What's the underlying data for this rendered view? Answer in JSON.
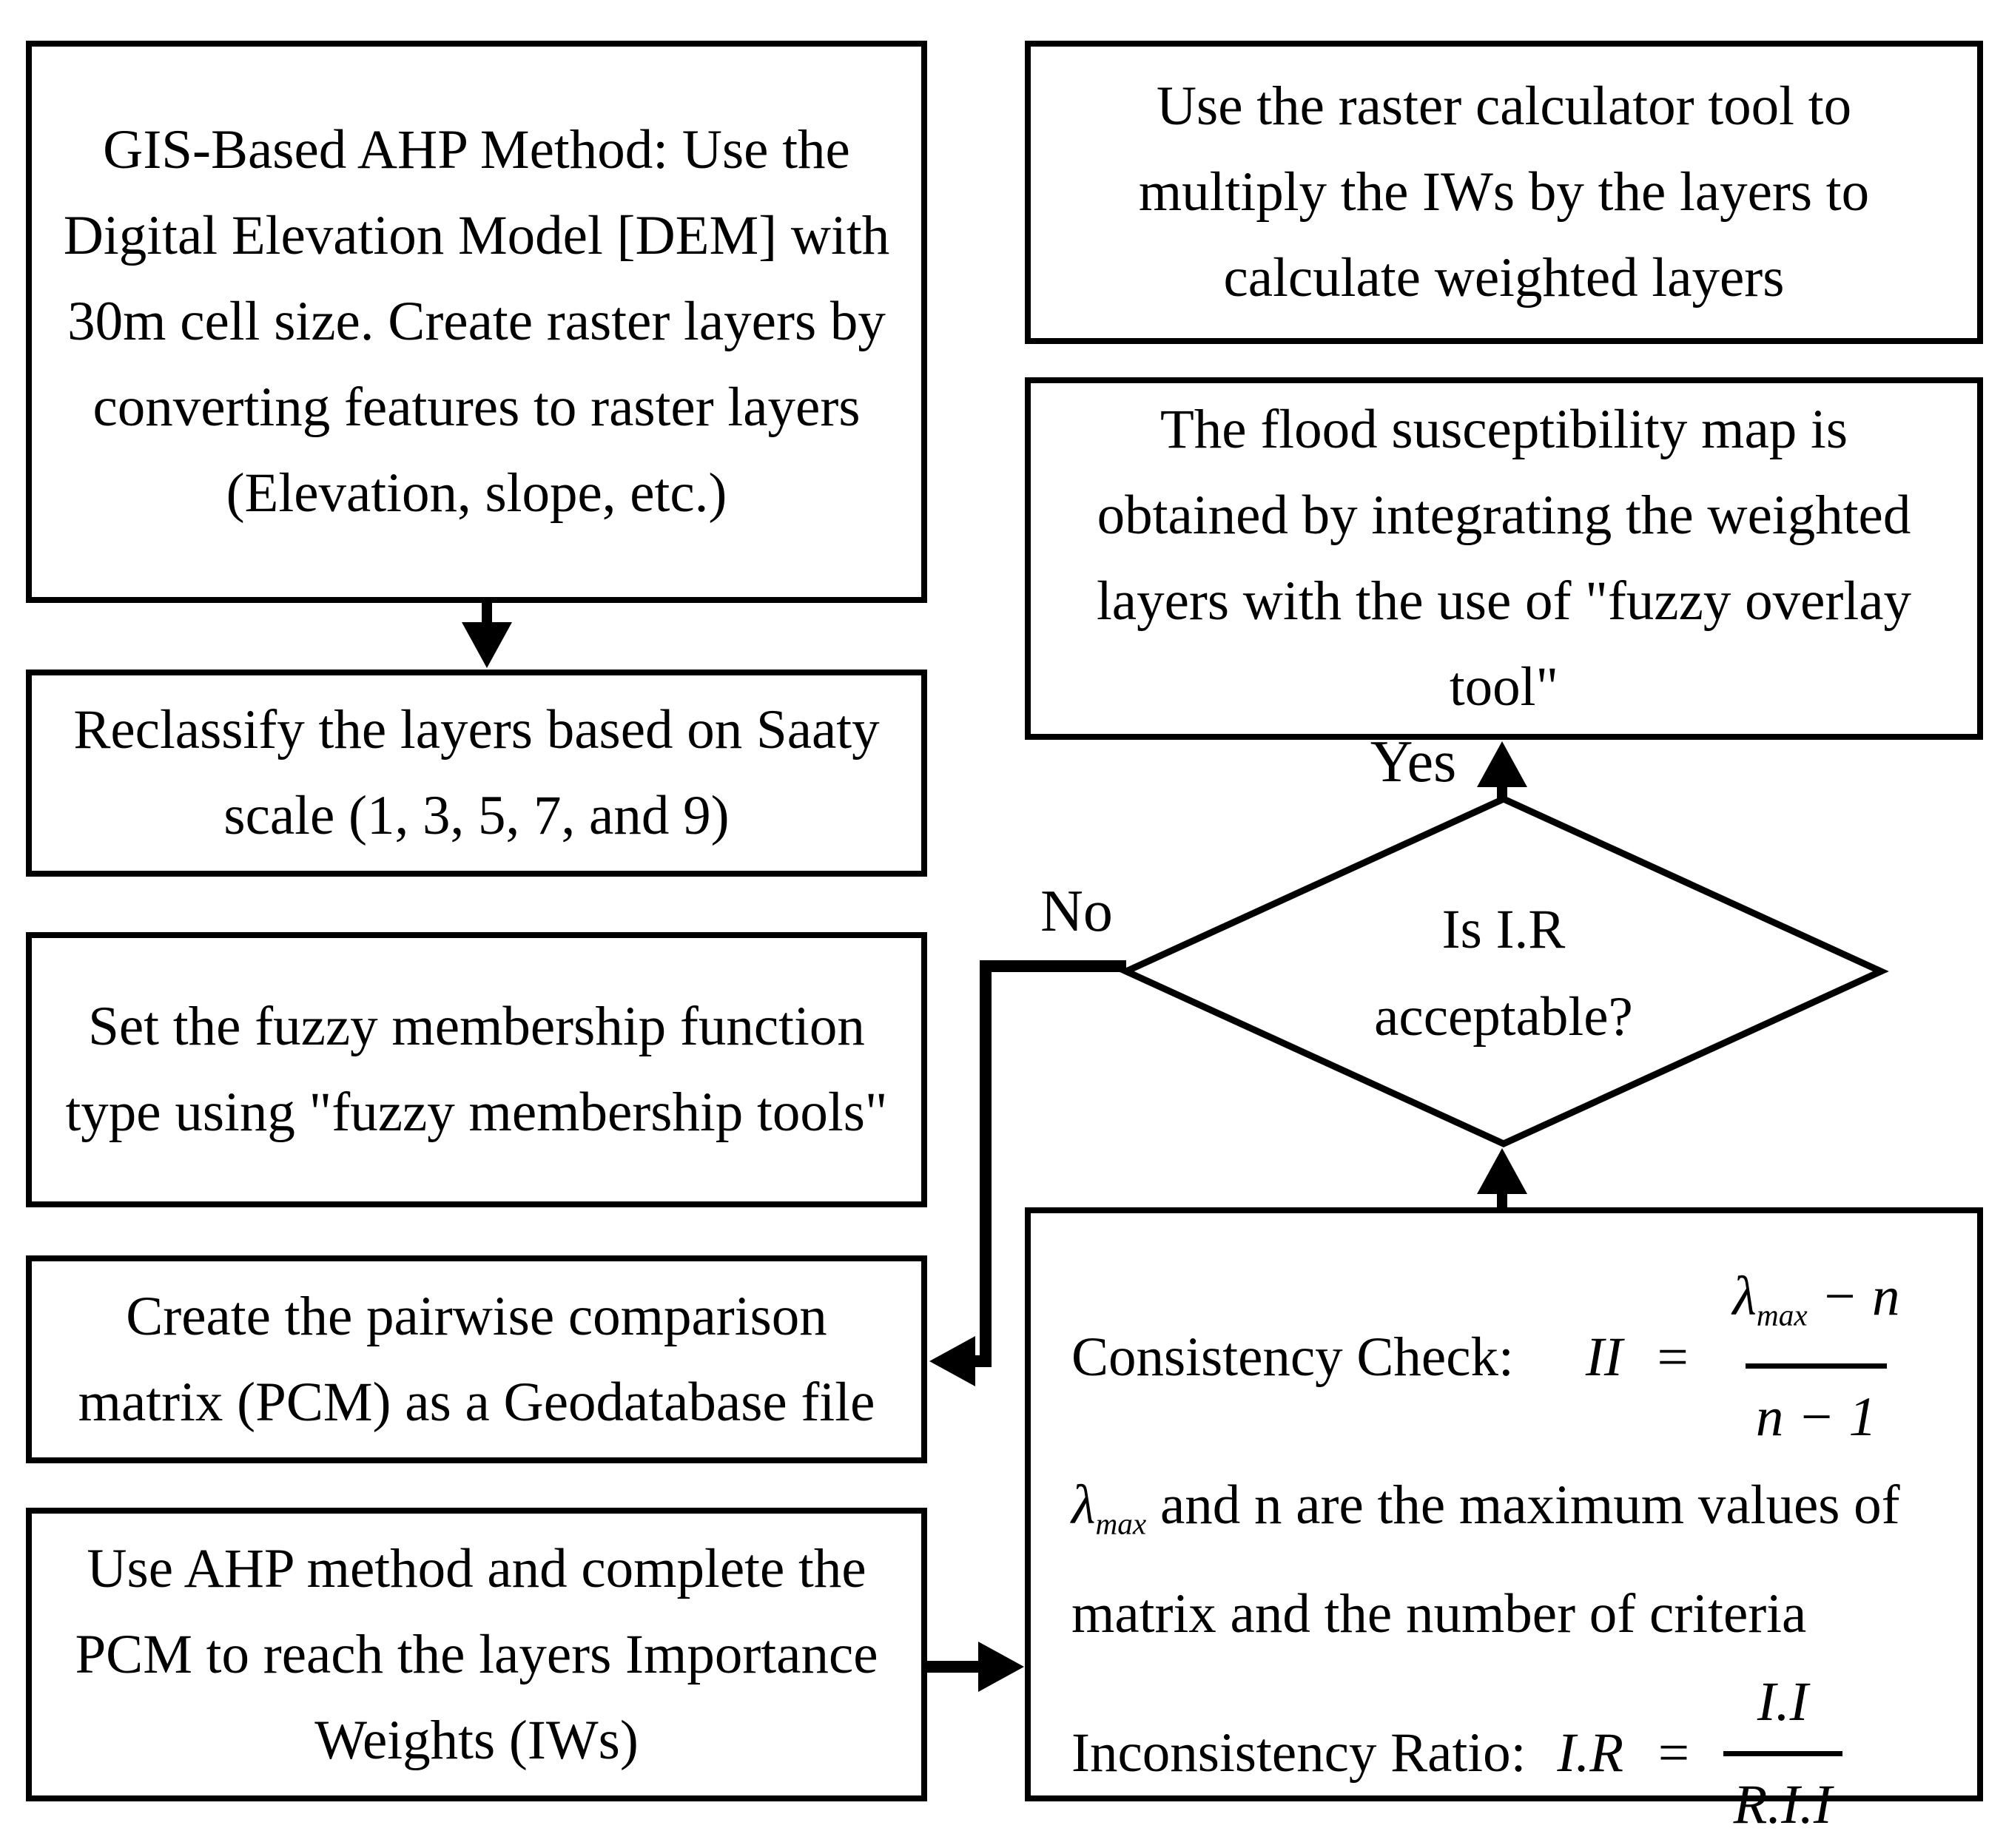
{
  "canvas": {
    "background": "#ffffff",
    "ink": "#000000"
  },
  "boxes": {
    "gis_ahp": {
      "text": "GIS-Based AHP Method: Use the Digital Elevation Model [DEM] with 30m cell size. Create raster layers by converting features to raster layers (Elevation, slope, etc.)"
    },
    "reclassify": {
      "text": "Reclassify the layers based on Saaty scale (1, 3, 5, 7, and 9)"
    },
    "fuzzy_membership": {
      "text": "Set the fuzzy membership function type using \"fuzzy membership tools\""
    },
    "pcm": {
      "text": "Create the pairwise comparison matrix (PCM) as a Geodatabase file"
    },
    "ahp_weights": {
      "text": "Use AHP method and complete the PCM to reach the layers Importance Weights (IWs)"
    },
    "raster_calc": {
      "text": "Use the raster calculator tool to multiply the IWs by the layers to calculate weighted layers"
    },
    "flood_map": {
      "text": "The flood susceptibility map is obtained by integrating the weighted layers with the use of \"fuzzy overlay tool\""
    }
  },
  "decision": {
    "line1": "Is I.R",
    "line2": "acceptable?",
    "yes_label": "Yes",
    "no_label": "No"
  },
  "consistency_box": {
    "check_label": "Consistency Check:",
    "check_lhs": "II",
    "equals": "=",
    "lambda": "λ",
    "lambda_sub": "max",
    "check_num_rest": "− n",
    "check_den": "n − 1",
    "note_rest": " and n are the maximum values of matrix and the number of criteria",
    "ratio_label": "Inconsistency Ratio:",
    "ratio_lhs": "I.R",
    "ratio_num": "I.I",
    "ratio_den": "R.I.I"
  }
}
